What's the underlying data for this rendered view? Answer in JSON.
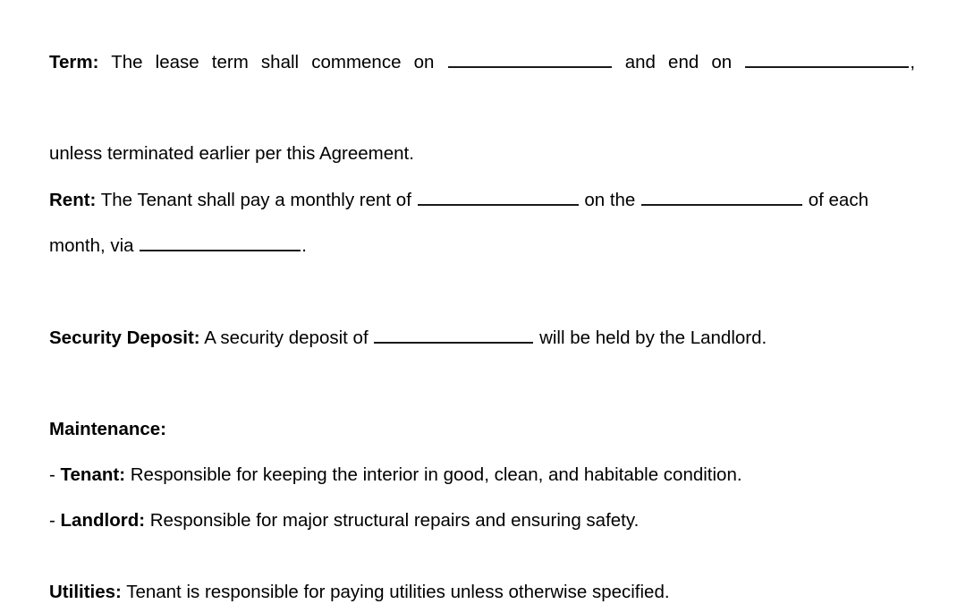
{
  "document": {
    "type": "lease-agreement-excerpt",
    "background_color": "#ffffff",
    "text_color": "#000000",
    "rule_color": "#1a1a1a"
  },
  "term_clause": {
    "label": "Term:",
    "text_before_start_blank": "The lease term shall commence on",
    "start_blank": "",
    "text_between_blanks": "and end on",
    "end_blank": "",
    "text_after_end_blank": ",",
    "continuation_line": "unless terminated earlier per this Agreement."
  },
  "rent_clause": {
    "label": "Rent:",
    "text_before_amount": "The Tenant shall pay a monthly rent of",
    "amount_blank": "",
    "text_before_day": "on the",
    "day_blank": "",
    "text_after_day": "of each",
    "continuation_prefix": "month, via",
    "method_blank": "",
    "continuation_suffix": "."
  },
  "security_deposit_clause": {
    "label": "Security Deposit:",
    "text_before_blank": "A security deposit of",
    "deposit_blank": "",
    "text_after_blank": "will be held by the Landlord."
  },
  "maintenance_clause": {
    "heading": "Maintenance:",
    "items": [
      {
        "dash": "-",
        "party": "Tenant:",
        "responsibility": "Responsible for keeping the interior in good, clean, and habitable condition."
      },
      {
        "dash": "-",
        "party": "Landlord:",
        "responsibility": "Responsible for major structural repairs and ensuring safety."
      }
    ]
  },
  "utilities_clause": {
    "label": "Utilities:",
    "text": "Tenant is responsible for paying utilities unless otherwise specified.",
    "note": "clipped at bottom edge of page"
  }
}
